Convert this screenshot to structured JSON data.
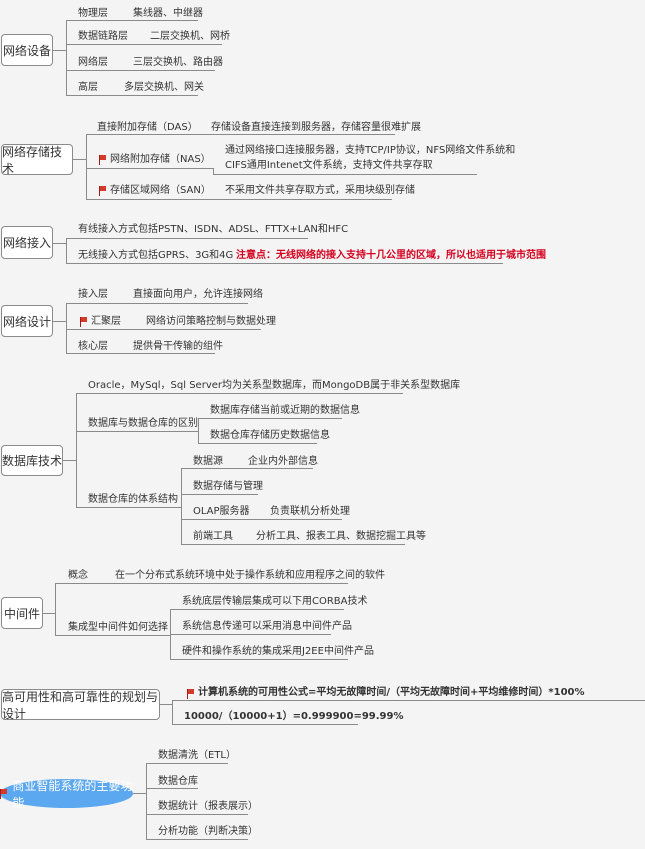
{
  "colors": {
    "background": "#f4f4f4",
    "line": "#8a8a8a",
    "highlight_text": "#d4001e",
    "central_node": "#5ba7f0",
    "flag": "#d33a2c"
  },
  "topics": [
    {
      "title": "网络设备",
      "children": [
        {
          "label": "物理层",
          "detail": "集线器、中继器"
        },
        {
          "label": "数据链路层",
          "detail": "二层交换机、网桥"
        },
        {
          "label": "网络层",
          "detail": "三层交换机、路由器"
        },
        {
          "label": "高层",
          "detail": "多层交换机、网关"
        }
      ]
    },
    {
      "title": "网络存储技术",
      "children": [
        {
          "label": "直接附加存储（DAS）",
          "detail": "存储设备直接连接到服务器，存储容量很难扩展"
        },
        {
          "label": "网络附加存储（NAS）",
          "flag": true,
          "detail_lines": [
            "通过网络接口连接服务器，支持TCP/IP协议，NFS网络文件系统和",
            "CIFS通用Intenet文件系统，支持文件共享存取"
          ]
        },
        {
          "label": "存储区域网络（SAN）",
          "flag": true,
          "detail": "不采用文件共享存取方式，采用块级别存储"
        }
      ]
    },
    {
      "title": "网络接入",
      "children": [
        {
          "label": "有线接入方式包括PSTN、ISDN、ADSL、FTTX+LAN和HFC"
        },
        {
          "label": "无线接入方式包括GPRS、3G和4G",
          "detail": "注意点：无线网络的接入支持十几公里的区域，所以也适用于城市范围"
        }
      ]
    },
    {
      "title": "网络设计",
      "children": [
        {
          "label": "接入层",
          "detail": "直接面向用户，允许连接网络"
        },
        {
          "label": "汇聚层",
          "flag": true,
          "detail": "网络访问策略控制与数据处理"
        },
        {
          "label": "核心层",
          "detail": "提供骨干传输的组件"
        }
      ]
    },
    {
      "title": "数据库技术",
      "children": [
        {
          "label": "Oracle，MySql，Sql Server均为关系型数据库，而MongoDB属于非关系型数据库"
        },
        {
          "label": "数据库与数据仓库的区别",
          "children": [
            {
              "label": "数据库存储当前或近期的数据信息"
            },
            {
              "label": "数据仓库存储历史数据信息"
            }
          ]
        },
        {
          "label": "数据仓库的体系结构",
          "children": [
            {
              "label": "数据源",
              "detail": "企业内外部信息"
            },
            {
              "label": "数据存储与管理"
            },
            {
              "label": "OLAP服务器",
              "detail": "负责联机分析处理"
            },
            {
              "label": "前端工具",
              "detail": "分析工具、报表工具、数据挖掘工具等"
            }
          ]
        }
      ]
    },
    {
      "title": "中间件",
      "children": [
        {
          "label": "概念",
          "detail": "在一个分布式系统环境中处于操作系统和应用程序之间的软件"
        },
        {
          "label": "集成型中间件如何选择",
          "children": [
            {
              "label": "系统底层传输层集成可以下用CORBA技术"
            },
            {
              "label": "系统信息传递可以采用消息中间件产品"
            },
            {
              "label": "硬件和操作系统的集成采用J2EE中间件产品"
            }
          ]
        }
      ]
    },
    {
      "title": "高可用性和高可靠性的规划与设计",
      "children": [
        {
          "label": "计算机系统的可用性公式=平均无故障时间/（平均无故障时间+平均维修时间）*100%",
          "flag": true
        },
        {
          "label": "10000/（10000+1）=0.999900=99.99%"
        }
      ]
    },
    {
      "title": "商业智能系统的主要功能",
      "flag": true,
      "children": [
        {
          "label": "数据清洗（ETL）"
        },
        {
          "label": "数据仓库"
        },
        {
          "label": "数据统计（报表展示）"
        },
        {
          "label": "分析功能（判断决策）"
        }
      ]
    }
  ]
}
